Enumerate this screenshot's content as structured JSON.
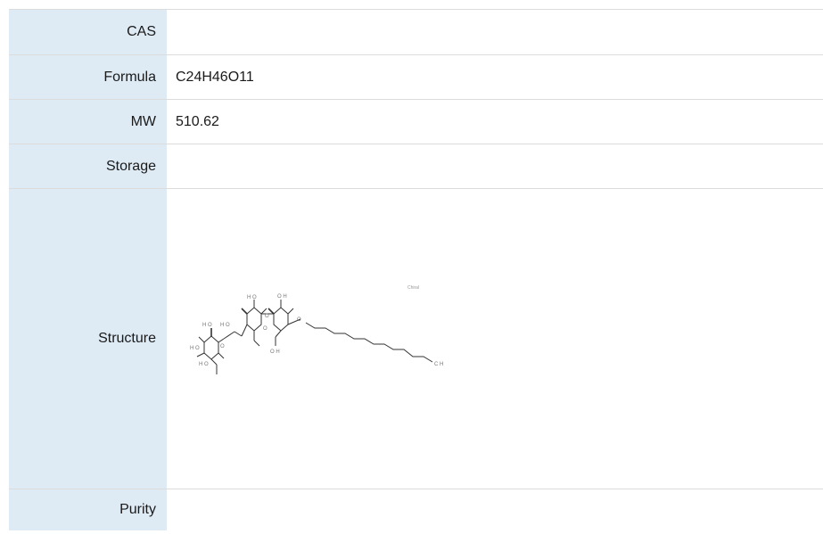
{
  "rows": {
    "cas": {
      "label": "CAS",
      "value": ""
    },
    "formula": {
      "label": "Formula",
      "value": "C24H46O11"
    },
    "mw": {
      "label": "MW",
      "value": "510.62"
    },
    "storage": {
      "label": "Storage",
      "value": ""
    },
    "structure": {
      "label": "Structure",
      "atoms": {
        "ho_ring2_a": "H O",
        "oh_ring2_b": "O H",
        "ho_ring1_a": "H O",
        "ho_ring1_b": "H O",
        "o_ring1": "O",
        "ho_ring1_c": "H O",
        "ho_ring1_d": "H O",
        "o_ring2": "O",
        "o_link": "O",
        "o_glyco": "O",
        "oh_ring2_c": "O H",
        "ch3": "C H",
        "chiral": "Chiral"
      }
    },
    "purity": {
      "label": "Purity",
      "value": ""
    }
  }
}
